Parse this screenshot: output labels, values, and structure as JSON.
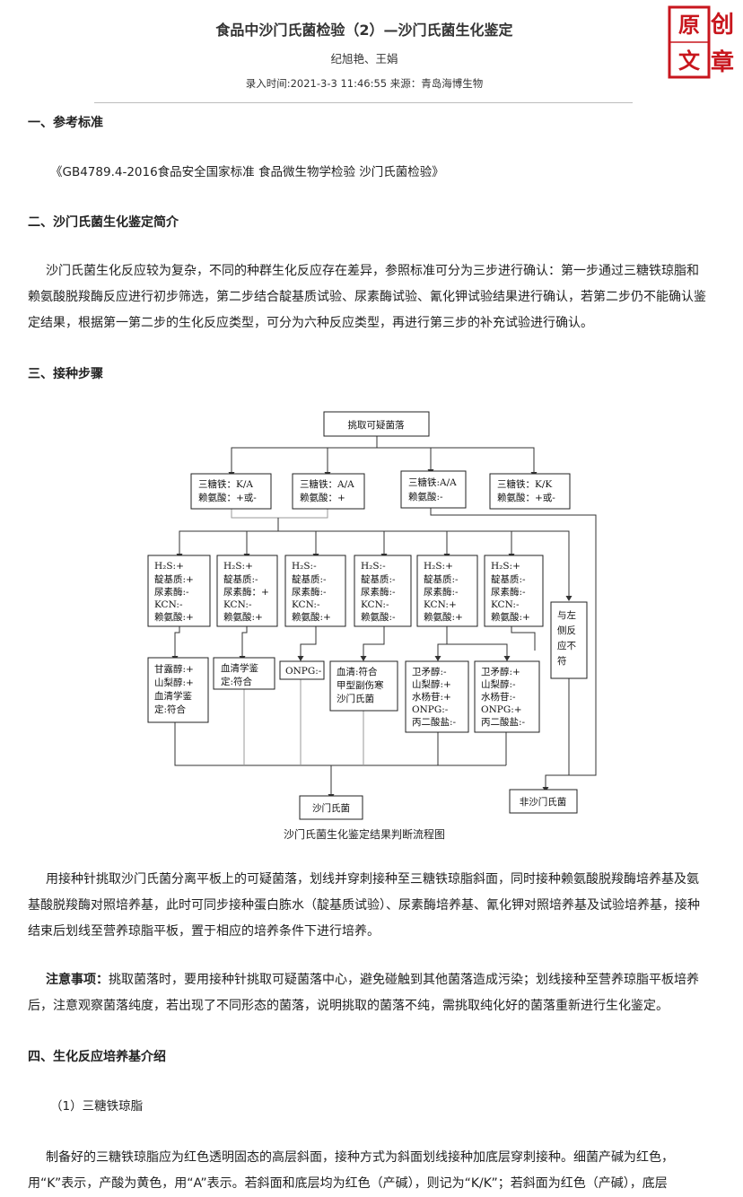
{
  "header": {
    "title": "食品中沙门氏菌检验（2）—沙门氏菌生化鉴定",
    "authors": "纪旭艳、王娟",
    "meta": "录入时间:2021-3-3 11:46:55 来源：青岛海博生物"
  },
  "stamp": {
    "chars": [
      "原",
      "创",
      "文",
      "章"
    ],
    "color": "#c8161d"
  },
  "sections": {
    "s1_title": "一、参考标准",
    "s1_ref": "《GB4789.4-2016食品安全国家标准 食品微生物学检验 沙门氏菌检验》",
    "s2_title": "二、沙门氏菌生化鉴定简介",
    "s2_para": "沙门氏菌生化反应较为复杂，不同的种群生化反应存在差异，参照标准可分为三步进行确认：第一步通过三糖铁琼脂和赖氨酸脱羧酶反应进行初步筛选，第二步结合靛基质试验、尿素酶试验、氰化钾试验结果进行确认，若第二步仍不能确认鉴定结果，根据第一第二步的生化反应类型，可分为六种反应类型，再进行第三步的补充试验进行确认。",
    "s3_title": "三、接种步骤",
    "s3_para": "用接种针挑取沙门氏菌分离平板上的可疑菌落，划线并穿刺接种至三糖铁琼脂斜面，同时接种赖氨酸脱羧酶培养基及氨基酸脱羧酶对照培养基，此时可同步接种蛋白胨水（靛基质试验）、尿素酶培养基、氰化钾对照培养基及试验培养基，接种结束后划线至营养琼脂平板，置于相应的培养条件下进行培养。",
    "note_label": "注意事项：",
    "note_text": "挑取菌落时，要用接种针挑取可疑菌落中心，避免碰触到其他菌落造成污染；划线接种至营养琼脂平板培养后，注意观察菌落纯度，若出现了不同形态的菌落，说明挑取的菌落不纯，需挑取纯化好的菌落重新进行生化鉴定。",
    "s4_title": "四、生化反应培养基介绍",
    "s4_sub": "（1）三糖铁琼脂",
    "s4_para": "制备好的三糖铁琼脂应为红色透明固态的高层斜面，接种方式为斜面划线接种加底层穿刺接种。细菌产碱为红色，用“K”表示，产酸为黄色，用“A”表示。若斜面和底层均为红色（产碱），则记为“K/K”；若斜面为红色（产碱），底层"
  },
  "flowchart": {
    "caption": "沙门氏菌生化鉴定结果判断流程图",
    "start": "挑取可疑菌落",
    "level1": [
      [
        "三糖铁：K/A",
        "赖氨酸：+或-"
      ],
      [
        "三糖铁：A/A",
        "赖氨酸：+"
      ],
      [
        "三糖铁:A/A",
        "赖氨酸:-"
      ],
      [
        "三糖铁：K/K",
        "赖氨酸：+或-"
      ]
    ],
    "level2": [
      [
        "H₂S:+",
        "靛基质:+",
        "尿素酶:-",
        "KCN:-",
        "赖氨酸:+"
      ],
      [
        "H₂S:+",
        "靛基质:-",
        "尿素酶：+",
        "KCN:-",
        "赖氨酸:+"
      ],
      [
        "H₂S:-",
        "靛基质:-",
        "尿素酶:-",
        "KCN:-",
        "赖氨酸:+"
      ],
      [
        "H₂S:-",
        "靛基质:-",
        "尿素酶:-",
        "KCN:-",
        "赖氨酸:-"
      ],
      [
        "H₂S:+",
        "靛基质:-",
        "尿素酶:-",
        "KCN:+",
        "赖氨酸:+"
      ],
      [
        "H₂S:+",
        "靛基质:-",
        "尿素酶:-",
        "KCN:-",
        "赖氨酸:+"
      ]
    ],
    "side": [
      "与左",
      "侧反",
      "应不",
      "符"
    ],
    "level3": [
      [
        "甘露醇:+",
        "山梨醇:+",
        "血清学鉴",
        "定:符合"
      ],
      [
        "血清学鉴",
        "定:符合"
      ],
      [
        "ONPG:-"
      ],
      [
        "血清:符合",
        "甲型副伤寒",
        "沙门氏菌"
      ],
      [
        "卫矛醇:-",
        "山梨醇:+",
        "水杨苷:+",
        "ONPG:-",
        "丙二酸盐:-"
      ],
      [
        "卫矛醇:+",
        "山梨醇:-",
        "水杨苷:-",
        "ONPG:+",
        "丙二酸盐:-"
      ]
    ],
    "result_pos": "沙门氏菌",
    "result_neg": "非沙门氏菌"
  }
}
